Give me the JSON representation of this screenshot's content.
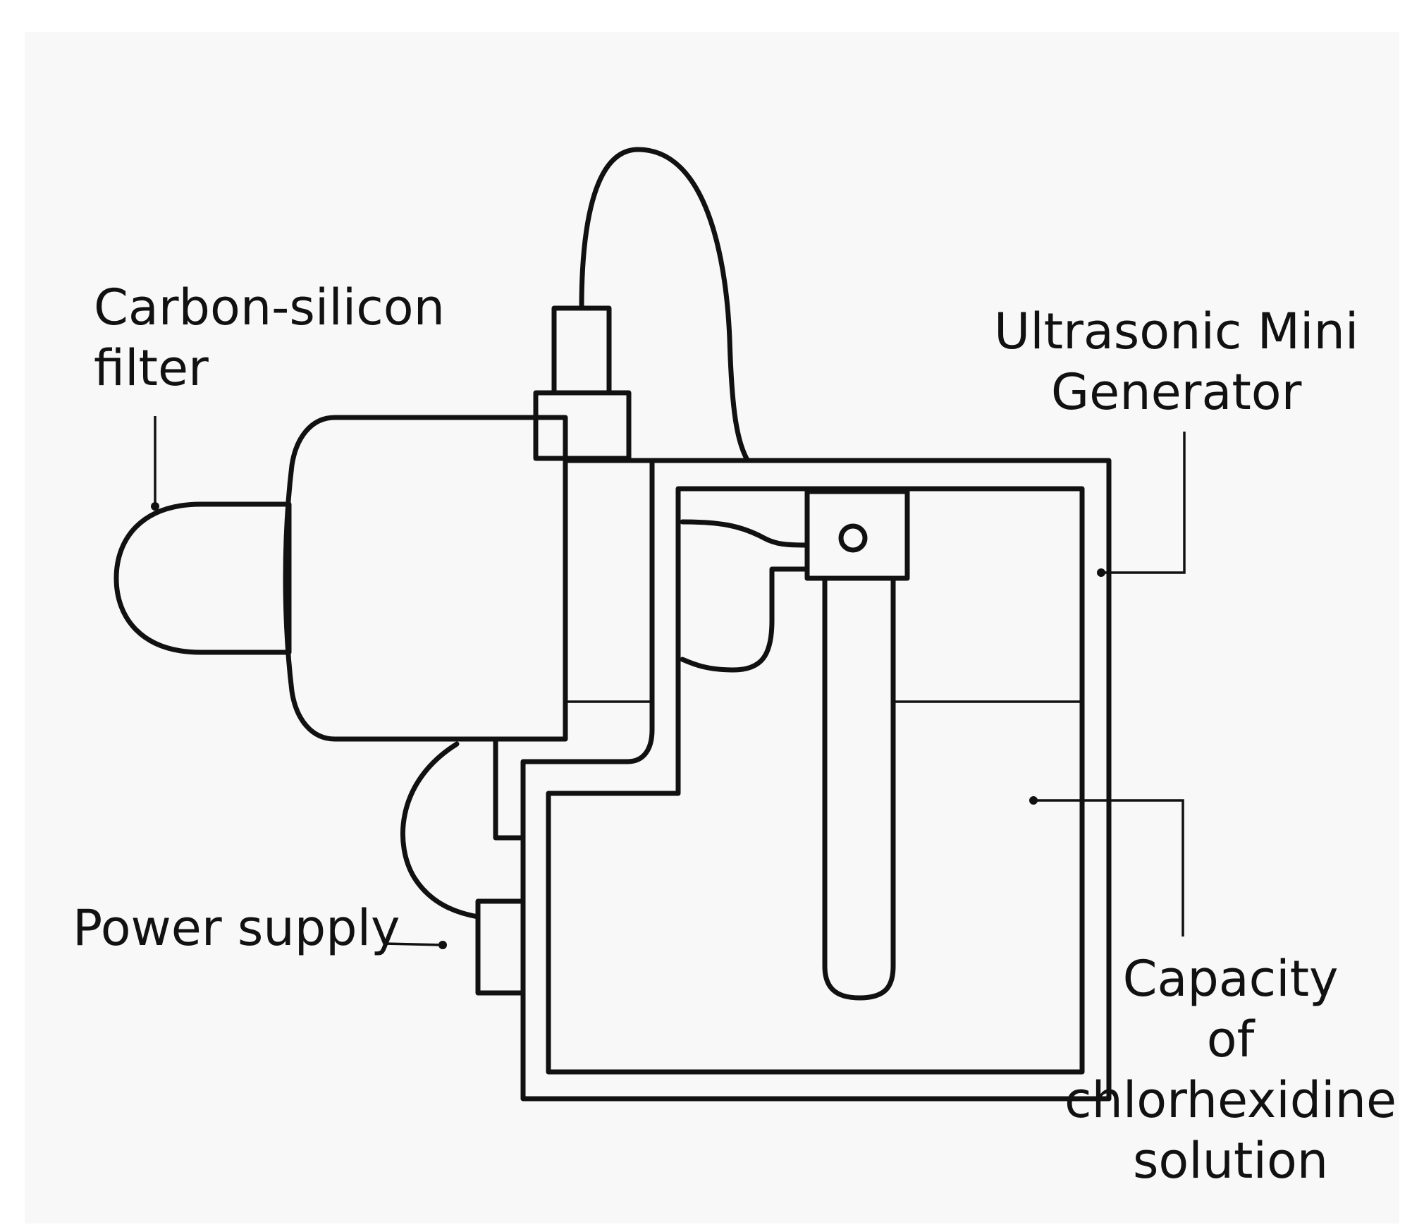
{
  "labels": {
    "filter": [
      "Carbon-silicon",
      "filter"
    ],
    "generator": [
      "Ultrasonic Mini",
      "Generator"
    ],
    "power": [
      "Power supply"
    ],
    "capacity": [
      "Capacity",
      "of",
      "chlorhexidine",
      "solution"
    ]
  },
  "colors": {
    "background": "#f8f8f8",
    "stroke": "#111111",
    "fill": "#ffffff"
  }
}
